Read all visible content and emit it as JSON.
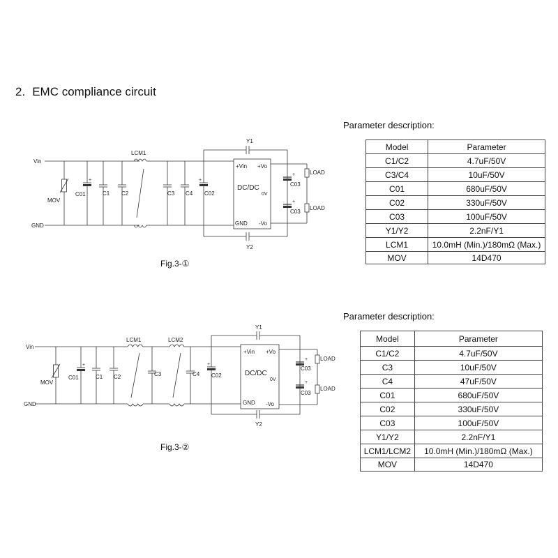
{
  "section": {
    "number": "2.",
    "title": "EMC compliance circuit"
  },
  "fig1": {
    "caption": "Fig.3-①",
    "param_title": "Parameter description:",
    "headers": [
      "Model",
      "Parameter"
    ],
    "rows": [
      [
        "C1/C2",
        "4.7uF/50V"
      ],
      [
        "C3/C4",
        "10uF/50V"
      ],
      [
        "C01",
        "680uF/50V"
      ],
      [
        "C02",
        "330uF/50V"
      ],
      [
        "C03",
        "100uF/50V"
      ],
      [
        "Y1/Y2",
        "2.2nF/Y1"
      ],
      [
        "LCM1",
        "10.0mH (Min.)/180mΩ (Max.)"
      ],
      [
        "MOV",
        "14D470"
      ]
    ],
    "labels": {
      "vin": "Vin",
      "gnd": "GND",
      "mov": "MOV",
      "c01": "C01",
      "c1": "C1",
      "c2": "C2",
      "lcm1": "LCM1",
      "c3": "C3",
      "c4": "C4",
      "c02": "C02",
      "y1": "Y1",
      "y2": "Y2",
      "pvin": "+Vin",
      "pvo": "+Vo",
      "dcdc": "DC/DC",
      "ov": "0V",
      "mgnd": "GND",
      "mvo": "-Vo",
      "c03a": "C03",
      "c03b": "C03",
      "loada": "LOAD",
      "loadb": "LOAD",
      "plus": "+"
    }
  },
  "fig2": {
    "caption": "Fig.3-②",
    "param_title": "Parameter description:",
    "headers": [
      "Model",
      "Parameter"
    ],
    "rows": [
      [
        "C1/C2",
        "4.7uF/50V"
      ],
      [
        "C3",
        "10uF/50V"
      ],
      [
        "C4",
        "47uF/50V"
      ],
      [
        "C01",
        "680uF/50V"
      ],
      [
        "C02",
        "330uF/50V"
      ],
      [
        "C03",
        "100uF/50V"
      ],
      [
        "Y1/Y2",
        "2.2nF/Y1"
      ],
      [
        "LCM1/LCM2",
        "10.0mH (Min.)/180mΩ (Max.)"
      ],
      [
        "MOV",
        "14D470"
      ]
    ],
    "labels": {
      "vin": "Vin",
      "gnd": "GND",
      "mov": "MOV",
      "c01": "C01",
      "c1": "C1",
      "c2": "C2",
      "lcm1": "LCM1",
      "c3": "C3",
      "lcm2": "LCM2",
      "c4": "C4",
      "c02": "C02",
      "y1": "Y1",
      "y2": "Y2",
      "pvin": "+Vin",
      "pvo": "+Vo",
      "dcdc": "DC/DC",
      "ov": "0V",
      "mgnd": "GND",
      "mvo": "-Vo",
      "c03a": "C03",
      "c03b": "C03",
      "loada": "LOAD",
      "loadb": "LOAD",
      "plus": "+"
    }
  }
}
